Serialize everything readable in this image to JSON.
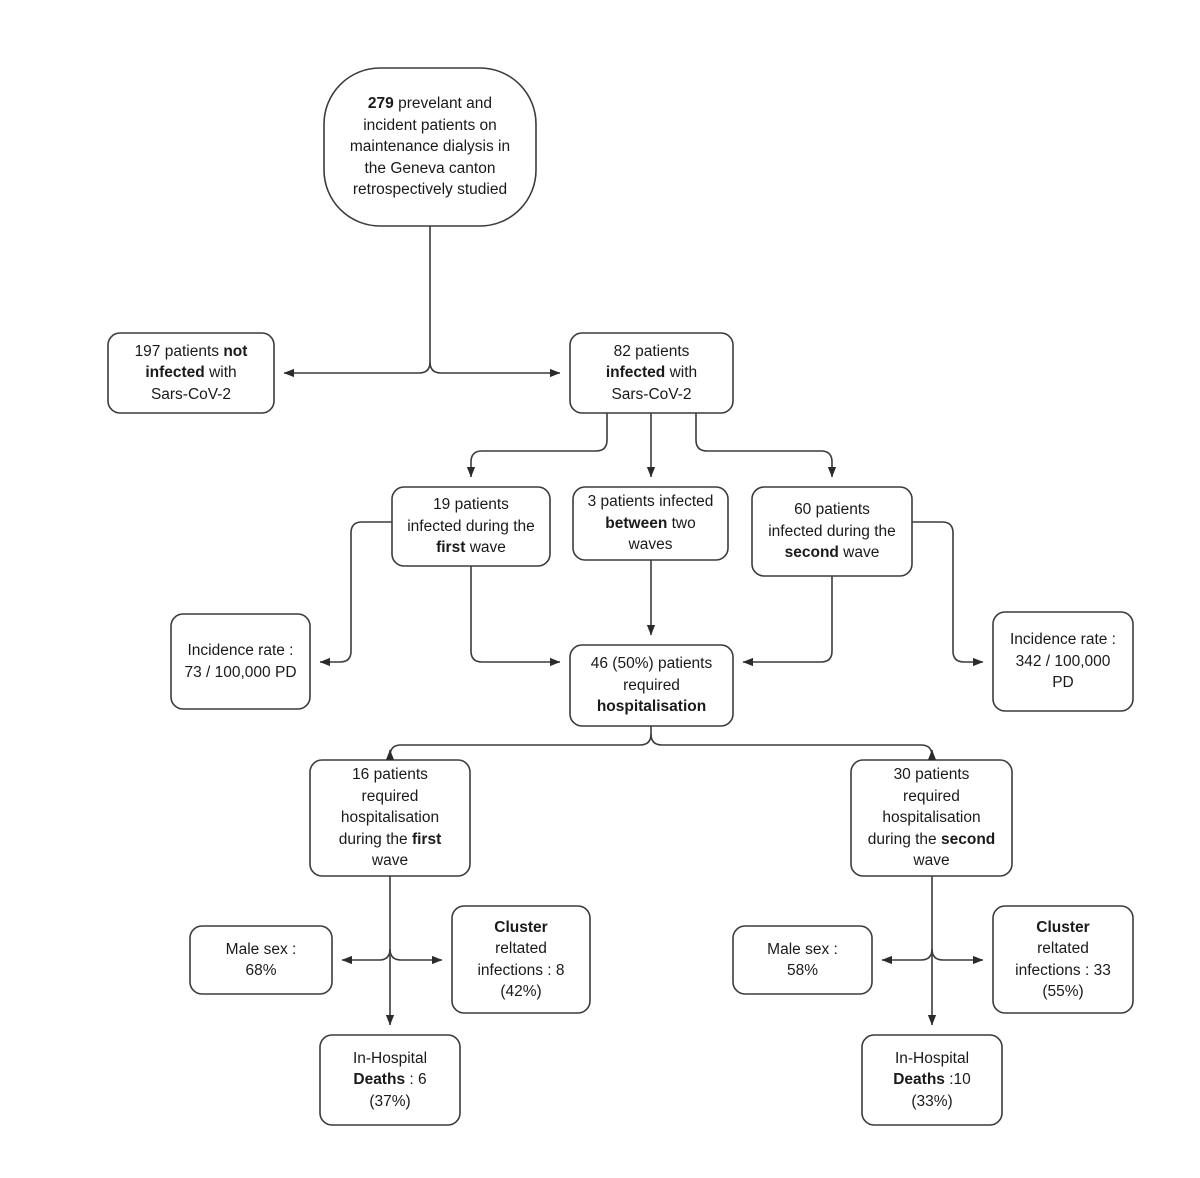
{
  "diagram": {
    "title": "COVID-19 dialysis patient cohort flowchart",
    "type": "flowchart",
    "colors": {
      "background": "#ffffff",
      "stroke": "#3c3c3c",
      "text": "#1a1a1a",
      "node_fill": "#ffffff"
    }
  },
  "nodes": {
    "cohort": {
      "id": "cohort",
      "shape": "rounded-stadium",
      "lines": [
        {
          "text": "279",
          "bold": true
        },
        {
          "text": " prevelant and",
          "bold": false
        },
        {
          "text": "\n",
          "bold": false
        },
        {
          "text": "incident patients on",
          "bold": false
        },
        {
          "text": "\n",
          "bold": false
        },
        {
          "text": "maintenance dialysis in",
          "bold": false
        },
        {
          "text": "\n",
          "bold": false
        },
        {
          "text": "the Geneva canton",
          "bold": false
        },
        {
          "text": "\n",
          "bold": false
        },
        {
          "text": "retrospectively studied",
          "bold": false
        }
      ],
      "plain_text": "279 prevelant and incident patients on maintenance dialysis in the Geneva canton retrospectively studied",
      "value": 279
    },
    "not_infected": {
      "id": "not_infected",
      "shape": "rounded-rect",
      "lines": [
        {
          "text": "197 patients ",
          "bold": false
        },
        {
          "text": "not",
          "bold": true
        },
        {
          "text": "\n",
          "bold": false
        },
        {
          "text": "infected",
          "bold": true
        },
        {
          "text": " with",
          "bold": false
        },
        {
          "text": "\n",
          "bold": false
        },
        {
          "text": "Sars-CoV-2",
          "bold": false
        }
      ],
      "plain_text": "197 patients not infected with Sars-CoV-2",
      "value": 197
    },
    "infected": {
      "id": "infected",
      "shape": "rounded-rect",
      "lines": [
        {
          "text": "82 patients",
          "bold": false
        },
        {
          "text": "\n",
          "bold": false
        },
        {
          "text": "infected",
          "bold": true
        },
        {
          "text": " with",
          "bold": false
        },
        {
          "text": "\n",
          "bold": false
        },
        {
          "text": "Sars-CoV-2",
          "bold": false
        }
      ],
      "plain_text": "82 patients infected with Sars-CoV-2",
      "value": 82
    },
    "first_wave": {
      "id": "first_wave",
      "shape": "rounded-rect",
      "lines": [
        {
          "text": "19 patients",
          "bold": false
        },
        {
          "text": "\n",
          "bold": false
        },
        {
          "text": "infected during the",
          "bold": false
        },
        {
          "text": "\n",
          "bold": false
        },
        {
          "text": "first",
          "bold": true
        },
        {
          "text": " wave",
          "bold": false
        }
      ],
      "plain_text": "19 patients infected during the first wave",
      "value": 19
    },
    "between_waves": {
      "id": "between_waves",
      "shape": "rounded-rect",
      "lines": [
        {
          "text": "3 patients infected",
          "bold": false
        },
        {
          "text": "\n",
          "bold": false
        },
        {
          "text": "between",
          "bold": true
        },
        {
          "text": " two",
          "bold": false
        },
        {
          "text": "\n",
          "bold": false
        },
        {
          "text": "waves",
          "bold": false
        }
      ],
      "plain_text": "3 patients infected between two waves",
      "value": 3
    },
    "second_wave": {
      "id": "second_wave",
      "shape": "rounded-rect",
      "lines": [
        {
          "text": "60 patients",
          "bold": false
        },
        {
          "text": "\n",
          "bold": false
        },
        {
          "text": "infected during the",
          "bold": false
        },
        {
          "text": "\n",
          "bold": false
        },
        {
          "text": "second",
          "bold": true
        },
        {
          "text": " wave",
          "bold": false
        }
      ],
      "plain_text": "60 patients infected during the second wave",
      "value": 60
    },
    "incidence_first": {
      "id": "incidence_first",
      "shape": "rounded-rect",
      "lines": [
        {
          "text": "Incidence rate :",
          "bold": false
        },
        {
          "text": "\n",
          "bold": false
        },
        {
          "text": "73 / 100,000 PD",
          "bold": false
        }
      ],
      "plain_text": "Incidence rate : 73 / 100,000 PD",
      "value": 73,
      "unit": "per 100,000 PD"
    },
    "incidence_second": {
      "id": "incidence_second",
      "shape": "rounded-rect",
      "lines": [
        {
          "text": "Incidence rate :",
          "bold": false
        },
        {
          "text": "\n",
          "bold": false
        },
        {
          "text": "342 / 100,000",
          "bold": false
        },
        {
          "text": "\n",
          "bold": false
        },
        {
          "text": "PD",
          "bold": false
        }
      ],
      "plain_text": "Incidence rate : 342 / 100,000 PD",
      "value": 342,
      "unit": "per 100,000 PD"
    },
    "hospitalisation": {
      "id": "hospitalisation",
      "shape": "rounded-rect",
      "lines": [
        {
          "text": "46 (50%) patients",
          "bold": false
        },
        {
          "text": "\n",
          "bold": false
        },
        {
          "text": "required",
          "bold": false
        },
        {
          "text": "\n",
          "bold": false
        },
        {
          "text": "hospitalisation",
          "bold": true
        }
      ],
      "plain_text": "46 (50%) patients required hospitalisation",
      "value": 46,
      "percent": "50%"
    },
    "hosp_first": {
      "id": "hosp_first",
      "shape": "rounded-rect",
      "lines": [
        {
          "text": "16 patients",
          "bold": false
        },
        {
          "text": "\n",
          "bold": false
        },
        {
          "text": "required",
          "bold": false
        },
        {
          "text": "\n",
          "bold": false
        },
        {
          "text": "hospitalisation",
          "bold": false
        },
        {
          "text": "\n",
          "bold": false
        },
        {
          "text": "during the ",
          "bold": false
        },
        {
          "text": "first",
          "bold": true
        },
        {
          "text": "\n",
          "bold": false
        },
        {
          "text": "wave",
          "bold": false
        }
      ],
      "plain_text": "16 patients required hospitalisation during the first wave",
      "value": 16
    },
    "hosp_second": {
      "id": "hosp_second",
      "shape": "rounded-rect",
      "lines": [
        {
          "text": "30 patients",
          "bold": false
        },
        {
          "text": "\n",
          "bold": false
        },
        {
          "text": "required",
          "bold": false
        },
        {
          "text": "\n",
          "bold": false
        },
        {
          "text": "hospitalisation",
          "bold": false
        },
        {
          "text": "\n",
          "bold": false
        },
        {
          "text": "during the ",
          "bold": false
        },
        {
          "text": "second",
          "bold": true
        },
        {
          "text": "\n",
          "bold": false
        },
        {
          "text": "wave",
          "bold": false
        }
      ],
      "plain_text": "30 patients required hospitalisation during the second wave",
      "value": 30
    },
    "male_first": {
      "id": "male_first",
      "shape": "rounded-rect",
      "lines": [
        {
          "text": "Male sex :",
          "bold": false
        },
        {
          "text": "\n",
          "bold": false
        },
        {
          "text": "68%",
          "bold": false
        }
      ],
      "plain_text": "Male sex : 68%",
      "percent": "68%"
    },
    "cluster_first": {
      "id": "cluster_first",
      "shape": "rounded-rect",
      "lines": [
        {
          "text": "Cluster",
          "bold": true
        },
        {
          "text": "\n",
          "bold": false
        },
        {
          "text": "reltated",
          "bold": false
        },
        {
          "text": "\n",
          "bold": false
        },
        {
          "text": "infections : 8",
          "bold": false
        },
        {
          "text": "\n",
          "bold": false
        },
        {
          "text": "(42%)",
          "bold": false
        }
      ],
      "plain_text": "Cluster reltated infections : 8 (42%)",
      "value": 8,
      "percent": "42%"
    },
    "deaths_first": {
      "id": "deaths_first",
      "shape": "rounded-rect",
      "lines": [
        {
          "text": "In-Hospital",
          "bold": false
        },
        {
          "text": "\n",
          "bold": false
        },
        {
          "text": "Deaths",
          "bold": true
        },
        {
          "text": " : 6",
          "bold": false
        },
        {
          "text": "\n",
          "bold": false
        },
        {
          "text": "(37%)",
          "bold": false
        }
      ],
      "plain_text": "In-Hospital Deaths : 6 (37%)",
      "value": 6,
      "percent": "37%"
    },
    "male_second": {
      "id": "male_second",
      "shape": "rounded-rect",
      "lines": [
        {
          "text": "Male sex :",
          "bold": false
        },
        {
          "text": "\n",
          "bold": false
        },
        {
          "text": "58%",
          "bold": false
        }
      ],
      "plain_text": "Male sex : 58%",
      "percent": "58%"
    },
    "cluster_second": {
      "id": "cluster_second",
      "shape": "rounded-rect",
      "lines": [
        {
          "text": "Cluster",
          "bold": true
        },
        {
          "text": "\n",
          "bold": false
        },
        {
          "text": "reltated",
          "bold": false
        },
        {
          "text": "\n",
          "bold": false
        },
        {
          "text": "infections : 33",
          "bold": false
        },
        {
          "text": "\n",
          "bold": false
        },
        {
          "text": "(55%)",
          "bold": false
        }
      ],
      "plain_text": "Cluster reltated infections : 33 (55%)",
      "value": 33,
      "percent": "55%"
    },
    "deaths_second": {
      "id": "deaths_second",
      "shape": "rounded-rect",
      "lines": [
        {
          "text": "In-Hospital",
          "bold": false
        },
        {
          "text": "\n",
          "bold": false
        },
        {
          "text": "Deaths",
          "bold": true
        },
        {
          "text": " :10",
          "bold": false
        },
        {
          "text": "\n",
          "bold": false
        },
        {
          "text": "(33%)",
          "bold": false
        }
      ],
      "plain_text": "In-Hospital Deaths :10 (33%)",
      "value": 10,
      "percent": "33%"
    }
  },
  "edges": [
    {
      "from": "cohort",
      "to": "not_infected",
      "arrow": "left"
    },
    {
      "from": "cohort",
      "to": "infected",
      "arrow": "right"
    },
    {
      "from": "infected",
      "to": "first_wave",
      "arrow": "down"
    },
    {
      "from": "infected",
      "to": "between_waves",
      "arrow": "down"
    },
    {
      "from": "infected",
      "to": "second_wave",
      "arrow": "down"
    },
    {
      "from": "first_wave",
      "to": "incidence_first",
      "arrow": "left"
    },
    {
      "from": "second_wave",
      "to": "incidence_second",
      "arrow": "right"
    },
    {
      "from": "first_wave",
      "to": "hospitalisation",
      "arrow": "right"
    },
    {
      "from": "between_waves",
      "to": "hospitalisation",
      "arrow": "down"
    },
    {
      "from": "second_wave",
      "to": "hospitalisation",
      "arrow": "left"
    },
    {
      "from": "hospitalisation",
      "to": "hosp_first",
      "arrow": "down"
    },
    {
      "from": "hospitalisation",
      "to": "hosp_second",
      "arrow": "down"
    },
    {
      "from": "hosp_first",
      "to": "male_first",
      "arrow": "left"
    },
    {
      "from": "hosp_first",
      "to": "cluster_first",
      "arrow": "right"
    },
    {
      "from": "hosp_first",
      "to": "deaths_first",
      "arrow": "down"
    },
    {
      "from": "hosp_second",
      "to": "male_second",
      "arrow": "left"
    },
    {
      "from": "hosp_second",
      "to": "cluster_second",
      "arrow": "right"
    },
    {
      "from": "hosp_second",
      "to": "deaths_second",
      "arrow": "down"
    }
  ]
}
